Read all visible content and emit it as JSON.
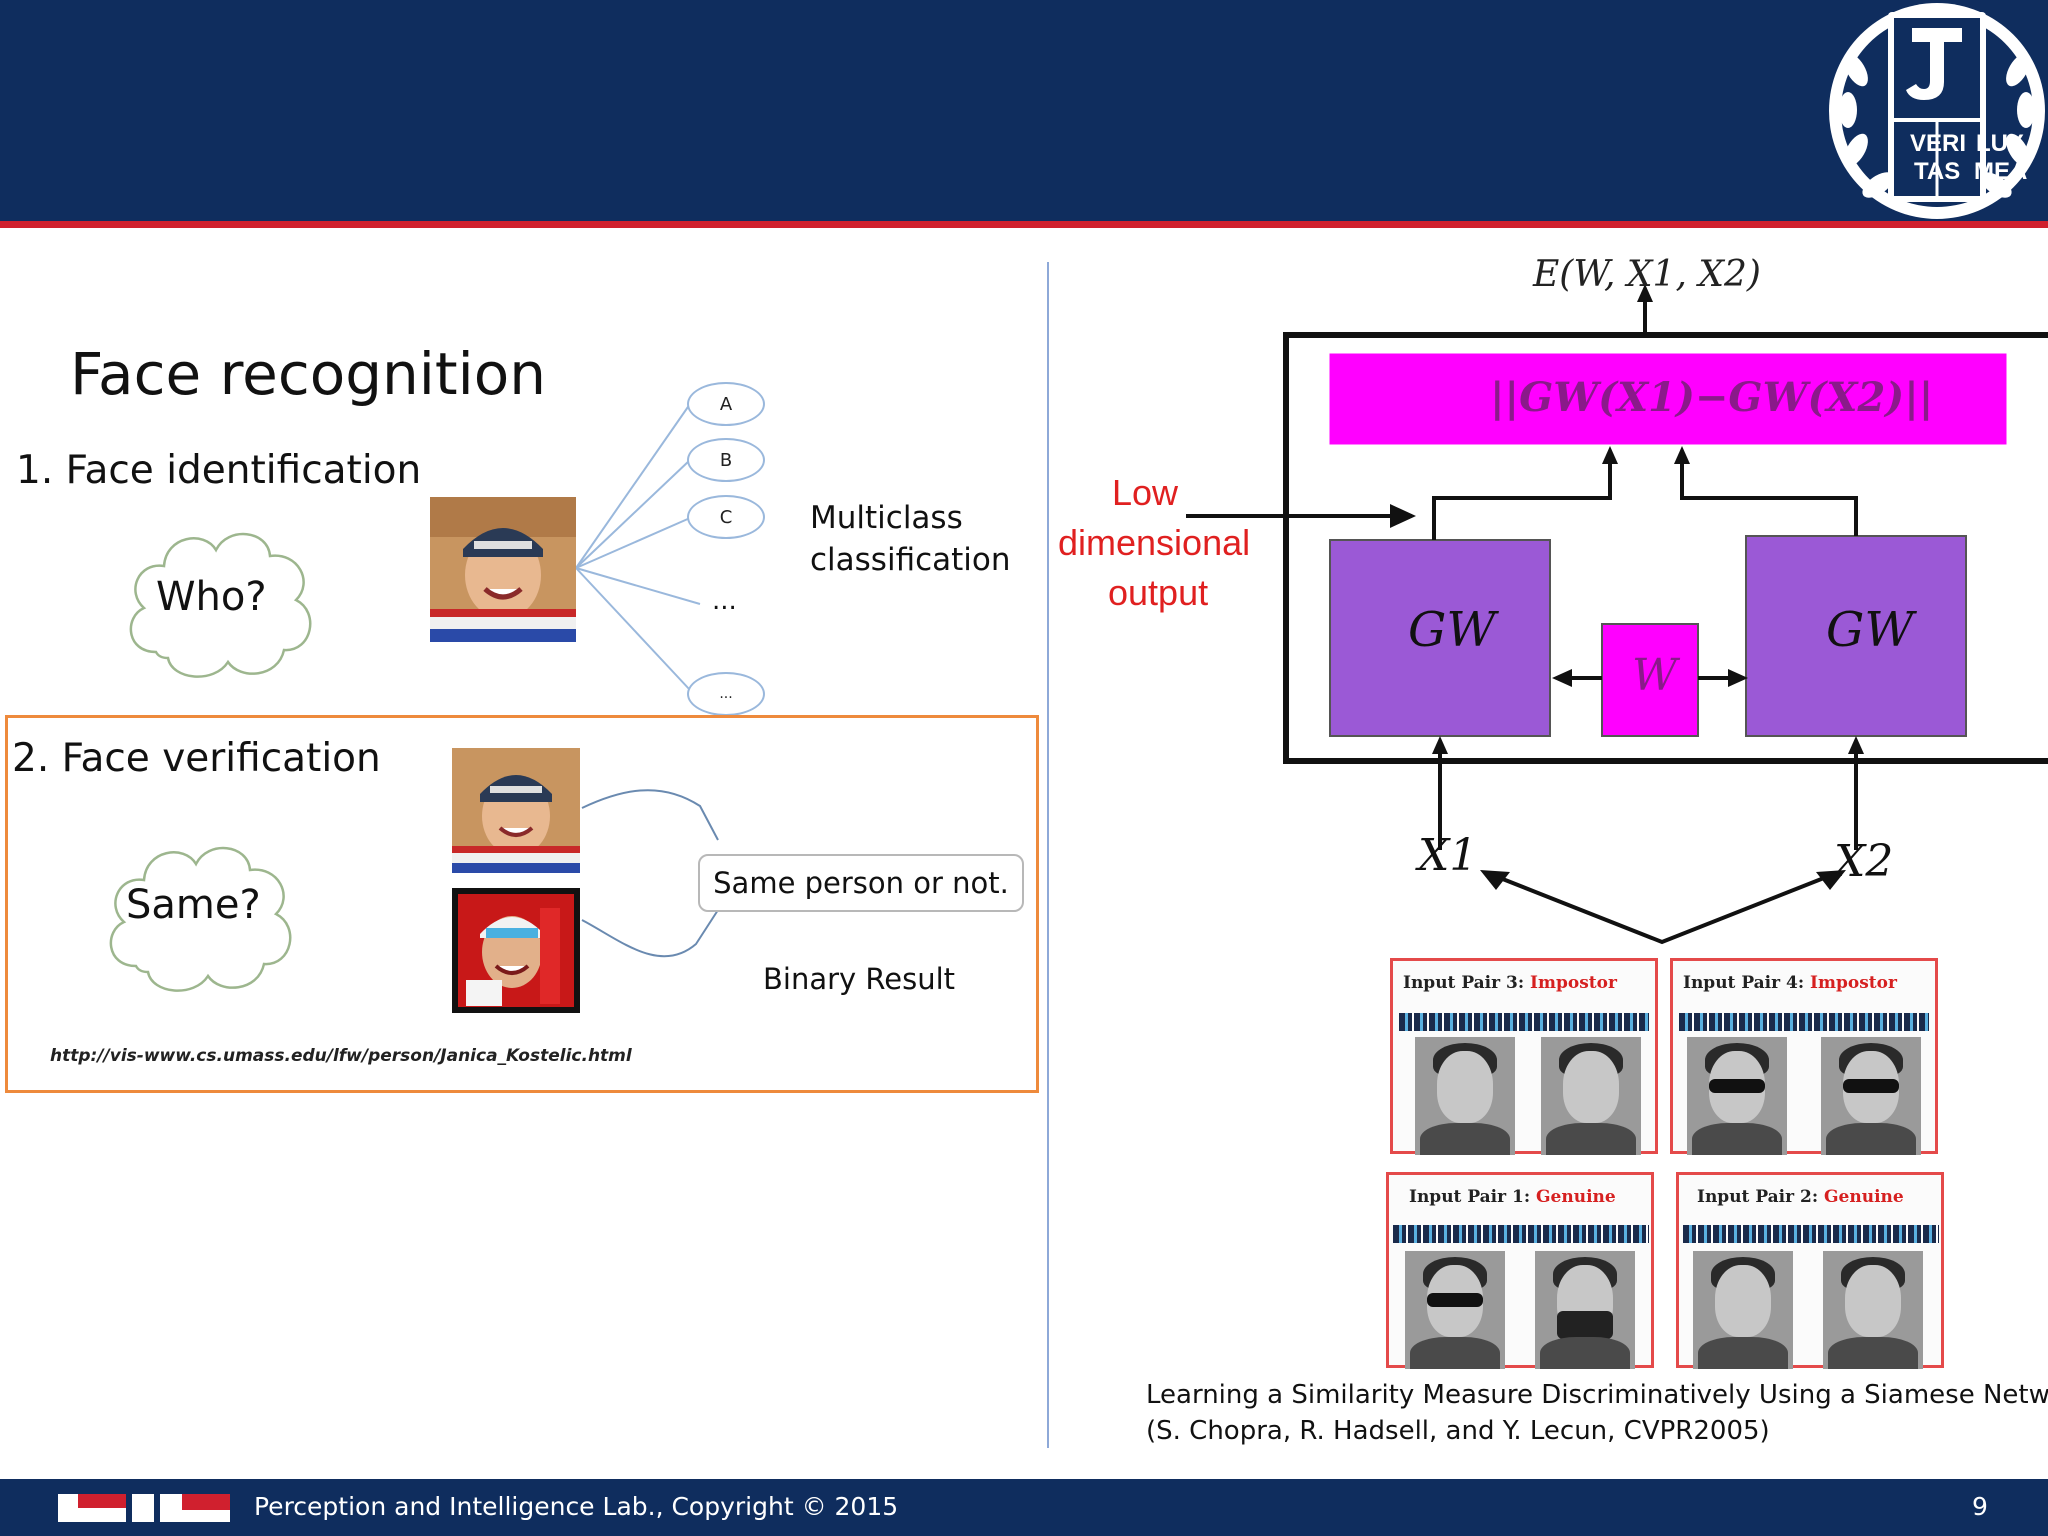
{
  "footer": {
    "copyright": "Perception and Intelligence Lab., Copyright  © 2015",
    "page_number": "9"
  },
  "logo": {
    "motto_line1_left": "VERI",
    "motto_line1_right": "LUX",
    "motto_line2_left": "TAS",
    "motto_line2_right": "MEA"
  },
  "left_figure": {
    "title": "Face recognition",
    "identification": {
      "heading": "1. Face identification",
      "cloud_text": "Who?",
      "options": [
        "A",
        "B",
        "C",
        "...",
        "..."
      ],
      "result_line1": "Multiclass",
      "result_line2": "classification"
    },
    "verification": {
      "heading": "2. Face verification",
      "cloud_text": "Same?",
      "decision": "Same person or not.",
      "result": "Binary Result",
      "source_url": "http://vis-www.cs.umass.edu/lfw/person/Janica_Kostelic.html"
    }
  },
  "siamese_figure": {
    "energy": "E(W, X1, X2)",
    "distance": "||GW(X1)−GW(X2)||",
    "subnet_left": "GW",
    "subnet_right": "GW",
    "shared_weights": "W",
    "annotation_line1": "Low",
    "annotation_line2": "dimensional",
    "annotation_line3": "output",
    "input_left": "X1",
    "input_right": "X2",
    "pairs": [
      {
        "label": "Input Pair 3:",
        "status": "Impostor"
      },
      {
        "label": "Input Pair 4:",
        "status": "Impostor"
      },
      {
        "label": "Input Pair 1:",
        "status": "Genuine"
      },
      {
        "label": "Input Pair 2:",
        "status": "Genuine"
      }
    ]
  },
  "reference": {
    "line1": "Learning a Similarity Measure Discriminatively Using a Siamese Network",
    "line2": "(S. Chopra, R. Hadsell, and Y. Lecun, CVPR2005)"
  },
  "colors": {
    "header_navy": "#0f2d5e",
    "header_red_line": "#d0202e",
    "magenta": "#ff00ff",
    "purple": "#9b59d6",
    "orange_border": "#ee8a3c",
    "annotation_red": "#e02020"
  }
}
